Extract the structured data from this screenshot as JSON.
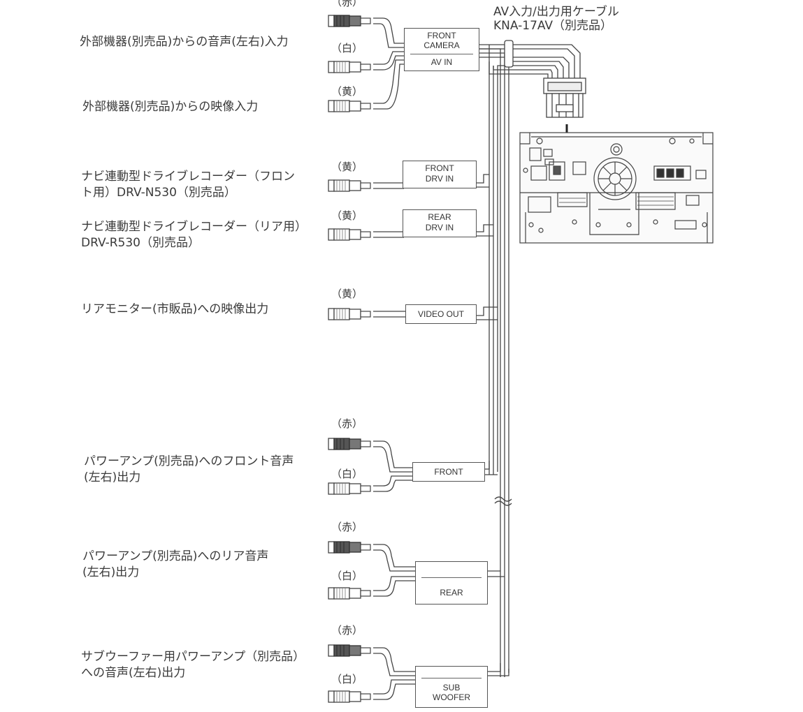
{
  "cable_title": [
    "AV入力/出力用ケーブル",
    "KNA-17AV（別売品）"
  ],
  "colors": {
    "red": "（赤）",
    "white": "（白）",
    "yellow": "（黄）"
  },
  "labels": {
    "av_audio_in": "外部機器(別売品)からの音声(左右)入力",
    "av_video_in": "外部機器(別売品)からの映像入力",
    "drv_front": [
      "ナビ連動型ドライブレコーダー（フロン",
      "ト用）DRV-N530（別売品）"
    ],
    "drv_rear": [
      "ナビ連動型ドライブレコーダー（リア用）",
      "DRV-R530（別売品）"
    ],
    "rear_monitor": "リアモニター(市販品)への映像出力",
    "amp_front": [
      "パワーアンプ(別売品)へのフロント音声",
      "(左右)出力"
    ],
    "amp_rear": [
      "パワーアンプ(別売品)へのリア音声",
      "(左右)出力"
    ],
    "amp_sub": [
      "サブウーファー用パワーアンプ（別売品）",
      "への音声(左右)出力"
    ]
  },
  "boxes": {
    "front_camera": [
      "FRONT",
      "CAMERA"
    ],
    "av_in": "AV IN",
    "drv_in_front": [
      "FRONT",
      "DRV IN"
    ],
    "drv_in_rear": [
      "REAR",
      "DRV IN"
    ],
    "video_out": "VIDEO OUT",
    "front": "FRONT",
    "rear": "REAR",
    "sub_woofer": [
      "SUB",
      "WOOFER"
    ]
  },
  "icons": {
    "plug": "rca-plug-icon",
    "unit": "head-unit-rear-icon",
    "connector": "multi-pin-connector-icon",
    "arrow": "arrow-down-icon"
  }
}
